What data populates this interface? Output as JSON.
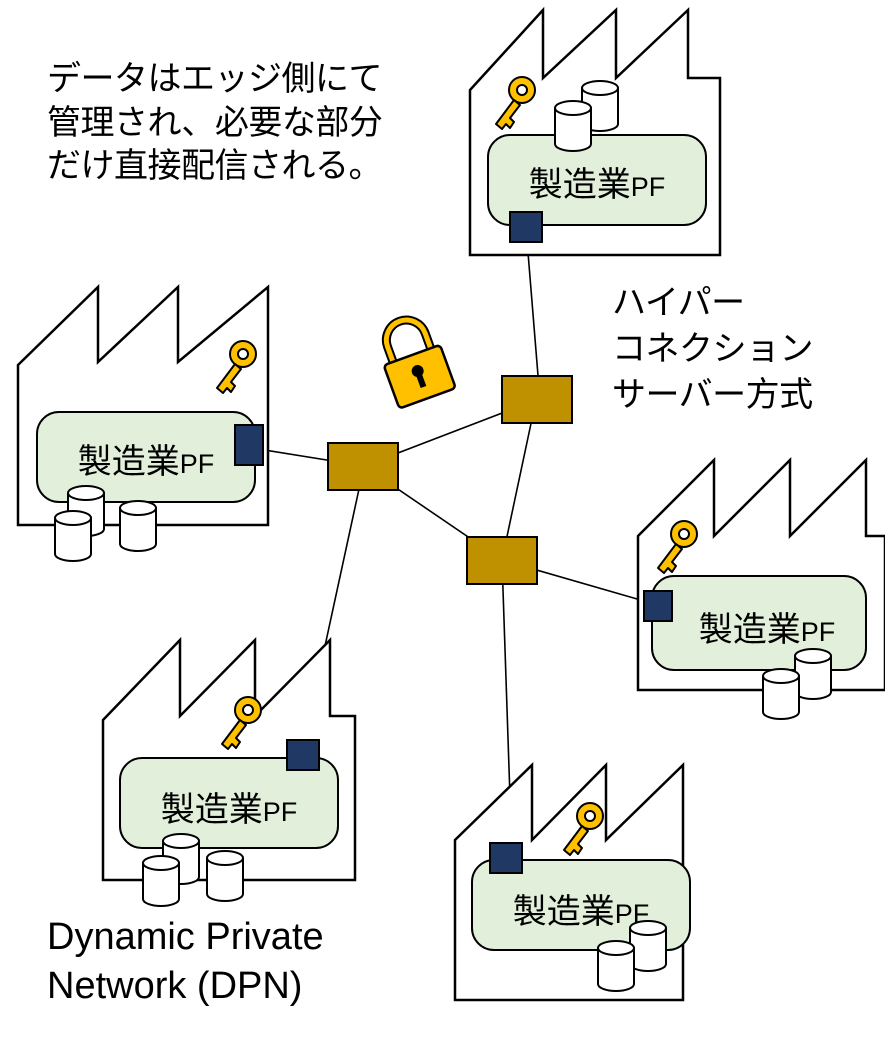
{
  "caption_top": [
    "データはエッジ側にて",
    "管理され、必要な部分",
    "だけ直接配信される。"
  ],
  "caption_right": [
    "ハイパー",
    "コネクション",
    "サーバー方式"
  ],
  "caption_bottom": [
    "Dynamic Private",
    "Network (DPN)"
  ],
  "platform_label": {
    "kanji": "製造業",
    "latin": "PF"
  },
  "colors": {
    "platform_fill": "#e2efda",
    "hub_fill": "#bf9000",
    "connector_fill": "#203864",
    "key_fill": "#ffc000",
    "lock_fill": "#ffc000",
    "outline": "#000000"
  },
  "icons": {
    "key": "key-icon",
    "lock": "padlock-icon",
    "database": "database-icon",
    "factory": "factory-icon"
  }
}
